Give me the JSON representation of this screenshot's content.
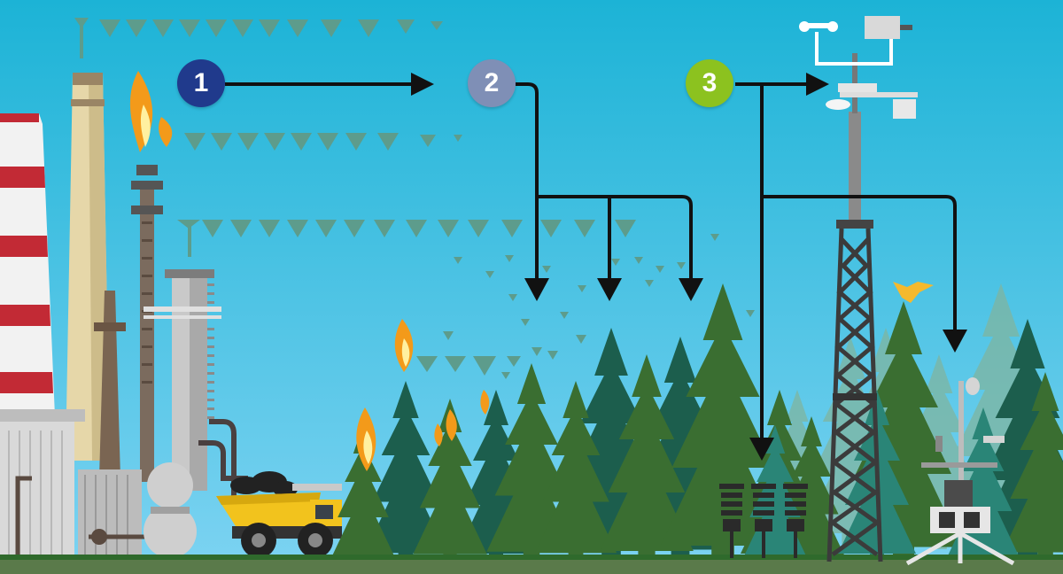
{
  "colors": {
    "sky_top": "#1cb3d6",
    "sky_bottom": "#7dd3f2",
    "emission_particles": "#5d9c8c",
    "ground": "#3a7a33",
    "arrow": "#111111",
    "step1": "#203a8c",
    "step2": "#7f8fb6",
    "step3": "#8cc21f",
    "flame_outer": "#f39a1a",
    "flame_inner": "#fff0a0",
    "truck": "#f2c31d",
    "bird": "#f5b92d"
  },
  "steps": [
    {
      "label": "1",
      "color": "#203a8c"
    },
    {
      "label": "2",
      "color": "#7f8fb6"
    },
    {
      "label": "3",
      "color": "#8cc21f"
    }
  ]
}
